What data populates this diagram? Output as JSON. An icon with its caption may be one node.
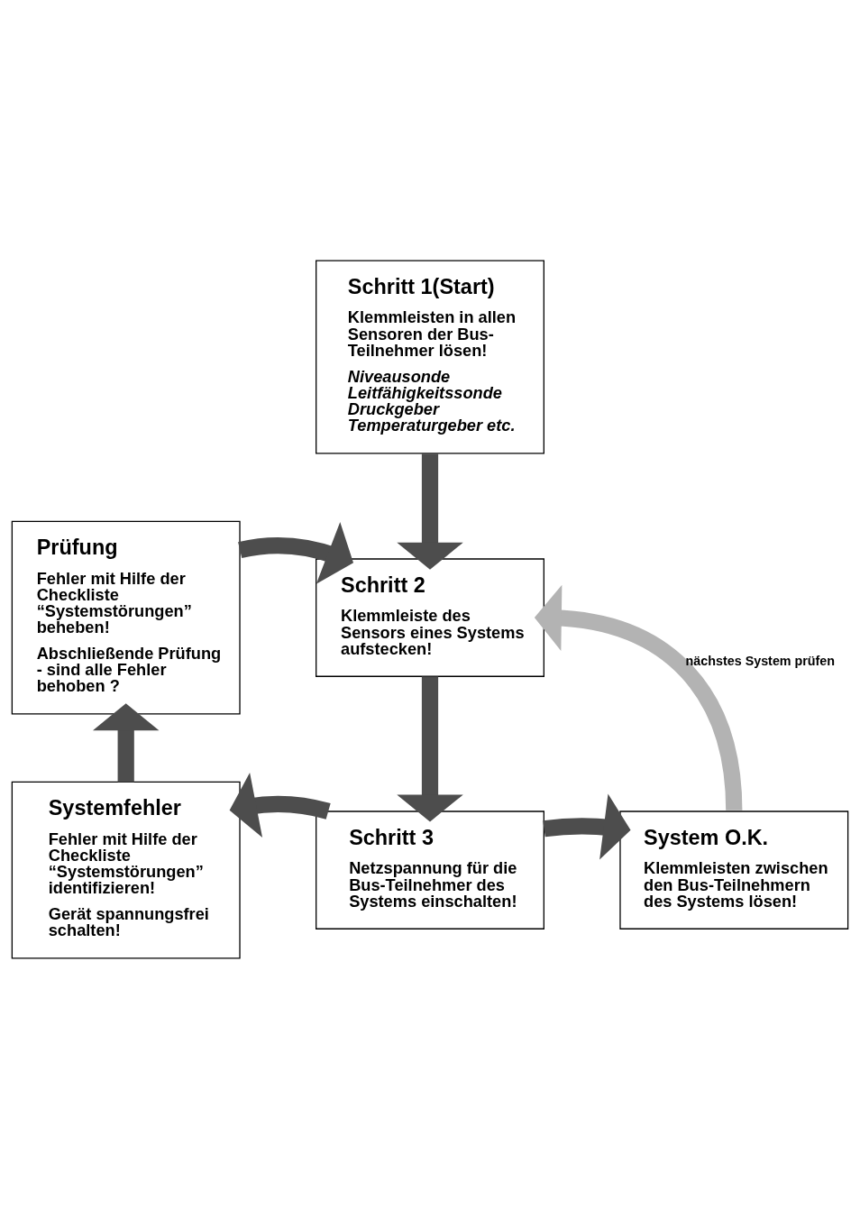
{
  "diagram": {
    "nodes": [
      {
        "text": [
          "Schritt 1(Start)",
          "Klemmleisten in allen Sensoren der Bus-Teilnehmer lösen!",
          "Niveausonde Leitfähigkeitssonde Druckgeber Temperaturgeber etc."
        ]
      },
      {
        "text": [
          "Prüfung",
          "Fehler mit Hilfe der Checkliste “Systemstörungen” beheben!",
          "Abschließende Prüfung - sind alle Fehler behoben ?"
        ]
      },
      {
        "text": [
          "Schritt 2",
          "Klemmleiste des Sensors eines Systems aufstecken!"
        ]
      },
      {
        "text": [
          "Systemfehler",
          "Fehler mit Hilfe der Checkliste “Systemstörungen” identifizieren!",
          "Gerät spannungsfrei schalten!"
        ]
      },
      {
        "text": [
          "Schritt 3",
          "Netzspannung für die Bus-Teilnehmer des Systems einschalten!"
        ]
      },
      {
        "text": [
          "System O.K.",
          "Klemmleisten zwischen den Bus-Teilnehmern des Systems lösen!"
        ]
      }
    ],
    "edges": [
      {
        "from": 0,
        "to": 2,
        "arrow": "to"
      },
      {
        "from": 1,
        "to": 2,
        "arrow": "to"
      },
      {
        "from": 2,
        "to": 4,
        "arrow": "to"
      },
      {
        "from": 4,
        "to": 3,
        "arrow": "to"
      },
      {
        "from": 4,
        "to": 5,
        "arrow": "to"
      },
      {
        "from": 3,
        "to": 1,
        "arrow": "to"
      },
      {
        "from": 5,
        "to": 2,
        "arrow": "to",
        "label": "nächstes System prüfen",
        "color": "#b3b3b3"
      }
    ]
  }
}
